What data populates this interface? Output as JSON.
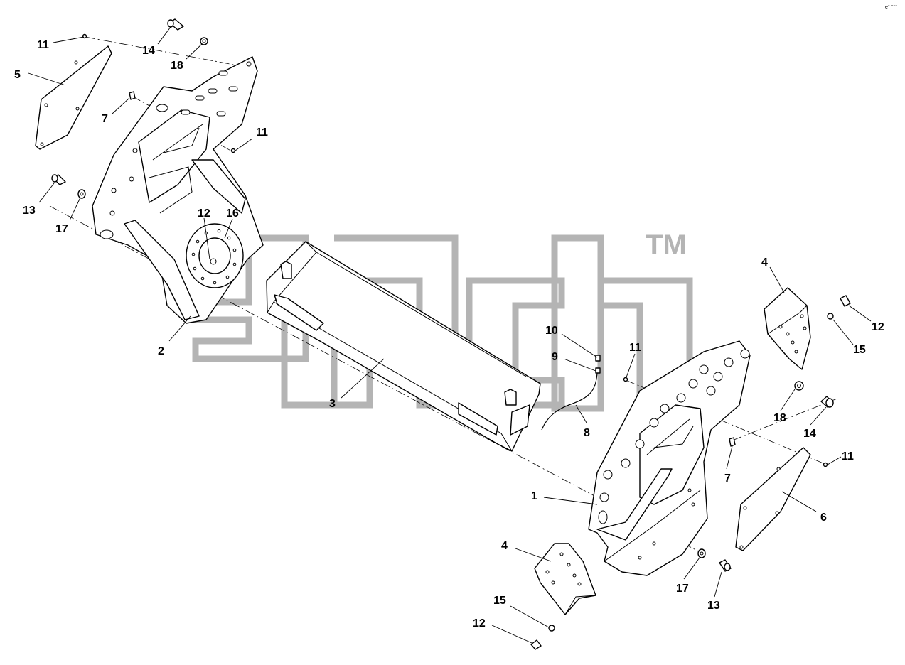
{
  "diagram": {
    "watermark_mark": "TM",
    "corner_note": "e° °°°",
    "callouts": [
      {
        "label": "11"
      },
      {
        "label": "14"
      },
      {
        "label": "18"
      },
      {
        "label": "5"
      },
      {
        "label": "7"
      },
      {
        "label": "11"
      },
      {
        "label": "13"
      },
      {
        "label": "17"
      },
      {
        "label": "12"
      },
      {
        "label": "16"
      },
      {
        "label": "2"
      },
      {
        "label": "3"
      },
      {
        "label": "10"
      },
      {
        "label": "9"
      },
      {
        "label": "8"
      },
      {
        "label": "11"
      },
      {
        "label": "4"
      },
      {
        "label": "12"
      },
      {
        "label": "15"
      },
      {
        "label": "18"
      },
      {
        "label": "14"
      },
      {
        "label": "11"
      },
      {
        "label": "7"
      },
      {
        "label": "1"
      },
      {
        "label": "6"
      },
      {
        "label": "4"
      },
      {
        "label": "17"
      },
      {
        "label": "13"
      },
      {
        "label": "15"
      },
      {
        "label": "12"
      }
    ]
  }
}
